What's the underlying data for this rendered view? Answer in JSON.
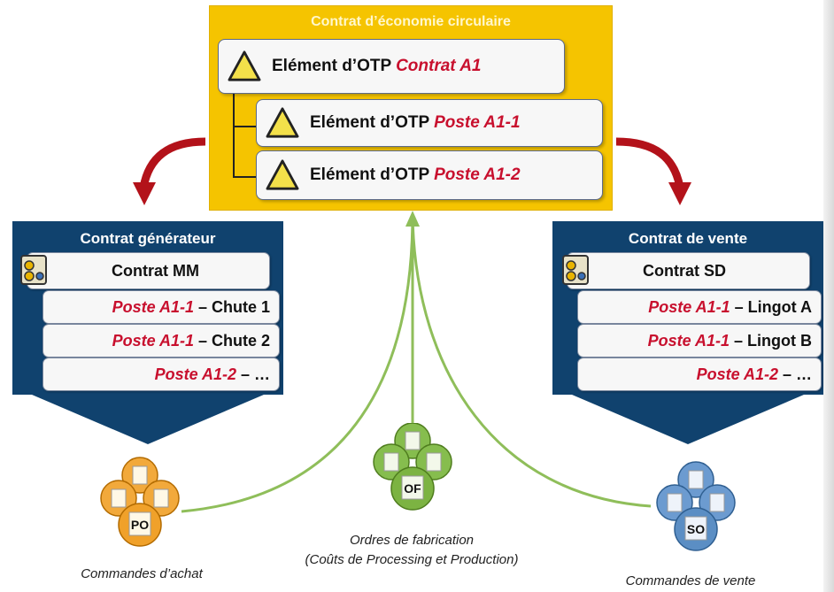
{
  "top_panel": {
    "title": "Contrat d’économie circulaire",
    "elements": [
      {
        "prefix": "Elément d’OTP ",
        "item": "Contrat A1"
      },
      {
        "prefix": "Elément d’OTP ",
        "item": "Poste A1-1"
      },
      {
        "prefix": "Elément d’OTP ",
        "item": "Poste A1-2"
      }
    ]
  },
  "left_panel": {
    "title": "Contrat générateur",
    "header": "Contrat MM",
    "rows": [
      {
        "item": "Poste A1-1",
        "suffix": " – Chute 1"
      },
      {
        "item": "Poste A1-1",
        "suffix": " – Chute 2"
      },
      {
        "item": "Poste A1-2",
        "suffix": " – …"
      }
    ]
  },
  "right_panel": {
    "title": "Contrat de vente",
    "header": "Contrat SD",
    "rows": [
      {
        "item": "Poste A1-1",
        "suffix": " – Lingot A"
      },
      {
        "item": "Poste A1-1",
        "suffix": " – Lingot B"
      },
      {
        "item": "Poste A1-2",
        "suffix": " – …"
      }
    ]
  },
  "clusters": {
    "po": {
      "badge": "PO",
      "caption": "Commandes d’achat",
      "color": "#f0a12a"
    },
    "of": {
      "badge": "OF",
      "caption_line1": "Ordres de fabrication",
      "caption_line2": "(Coûts de Processing et Production)",
      "color": "#7cb342"
    },
    "so": {
      "badge": "SO",
      "caption": "Commandes de vente",
      "color": "#5b8ec4"
    }
  },
  "colors": {
    "accent_red": "#c8102e",
    "panel_blue": "#10426e",
    "panel_yellow": "#f5c400",
    "link_green": "#8fbe5a",
    "arrow_red": "#b3121a"
  }
}
